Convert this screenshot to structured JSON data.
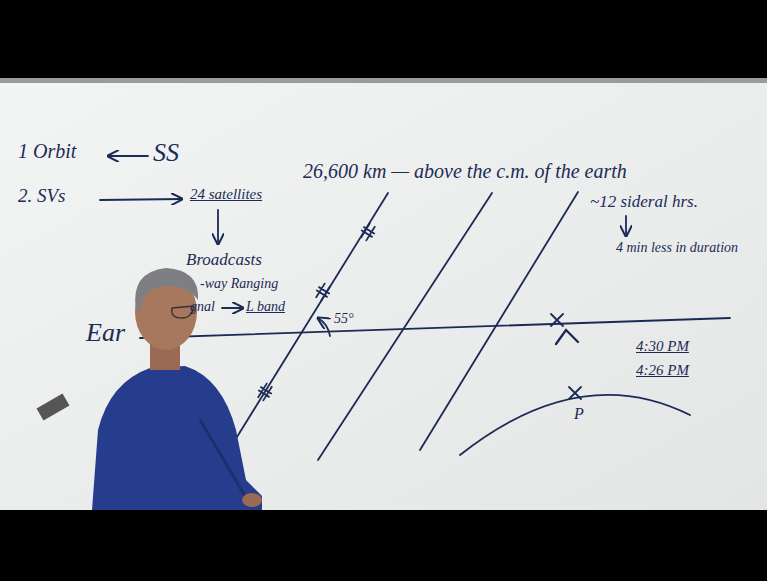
{
  "diagram": {
    "labels": [
      "1 Orbit",
      "SS",
      "2. SVs",
      "24 satellites",
      "Broadcasts",
      "-way Ranging",
      "gnal",
      "L band",
      "26,600 km — above the c.m. of the earth",
      "Ear",
      "55°",
      "~12 sideral hrs.",
      "4 min less in duration",
      "4:30 PM",
      "4:26 PM",
      "P"
    ]
  }
}
